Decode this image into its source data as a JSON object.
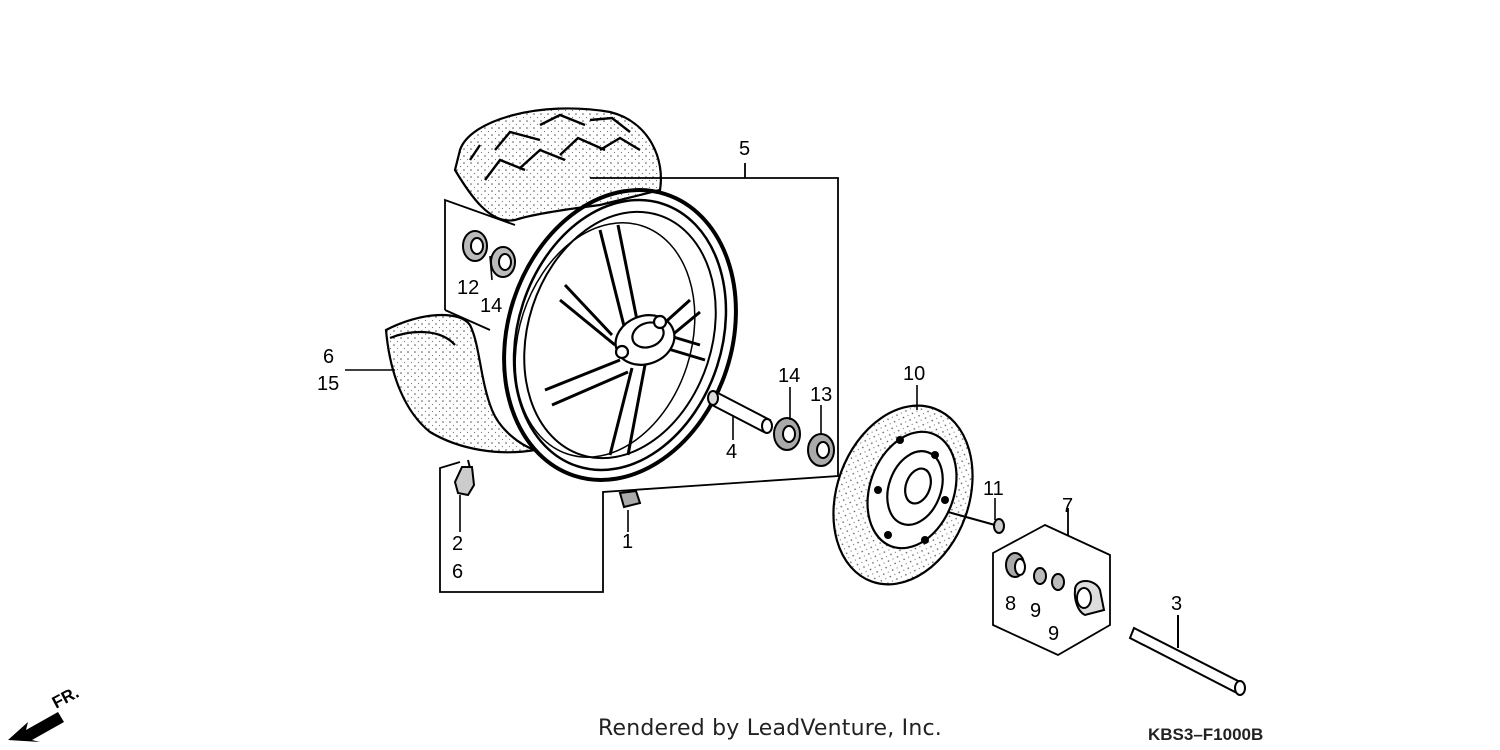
{
  "callouts": {
    "c1": "1",
    "c2": "2",
    "c3": "3",
    "c4": "4",
    "c5": "5",
    "c6_top": "6",
    "c6_bottom": "6",
    "c7": "7",
    "c8": "8",
    "c9_a": "9",
    "c9_b": "9",
    "c10": "10",
    "c11": "11",
    "c12": "12",
    "c13": "13",
    "c14_left": "14",
    "c14_right": "14",
    "c15": "15"
  },
  "direction_label": "FR.",
  "credit": "Rendered by LeadVenture, Inc.",
  "diagram_code": "KBS3–F1000B"
}
